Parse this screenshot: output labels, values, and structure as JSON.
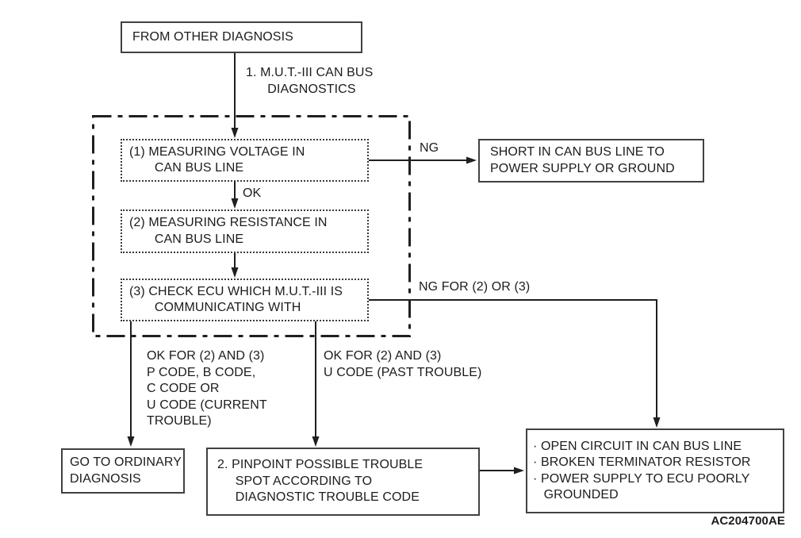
{
  "diagram": {
    "type": "flowchart",
    "topic": "CAN bus diagnostics troubleshooting flow",
    "colors": {
      "background": "#ffffff",
      "ink": "#1c1c1c",
      "line": "#1f1f1f",
      "box_border": "#414141"
    },
    "nodes": {
      "from_other": "FROM OTHER DIAGNOSIS",
      "step1": "(1) MEASURING VOLTAGE IN\n       CAN BUS LINE",
      "step2": "(2) MEASURING RESISTANCE IN\n       CAN BUS LINE",
      "step3": "(3) CHECK ECU WHICH M.U.T.-III IS\n       COMMUNICATING WITH",
      "short_circuit": "SHORT IN CAN BUS LINE TO\nPOWER SUPPLY OR GROUND",
      "go_ordinary": "GO TO ORDINARY\nDIAGNOSIS",
      "pinpoint": "2. PINPOINT POSSIBLE TROUBLE\n     SPOT ACCORDING TO\n     DIAGNOSTIC TROUBLE CODE",
      "open_circuit": "· OPEN CIRCUIT IN CAN BUS LINE\n· BROKEN TERMINATOR RESISTOR\n· POWER SUPPLY TO ECU POORLY\n   GROUNDED"
    },
    "labels": {
      "mut_diag": "1. M.U.T.-III CAN BUS\n      DIAGNOSTICS",
      "ok": "OK",
      "ng": "NG",
      "ng_2_3": "NG FOR (2) OR (3)",
      "ok_current": "OK FOR (2) AND (3)\nP CODE, B CODE,\nC CODE OR\nU CODE (CURRENT\nTROUBLE)",
      "ok_past": "OK FOR (2) AND (3)\nU CODE (PAST TROUBLE)",
      "figure_code": "AC204700AE"
    }
  }
}
